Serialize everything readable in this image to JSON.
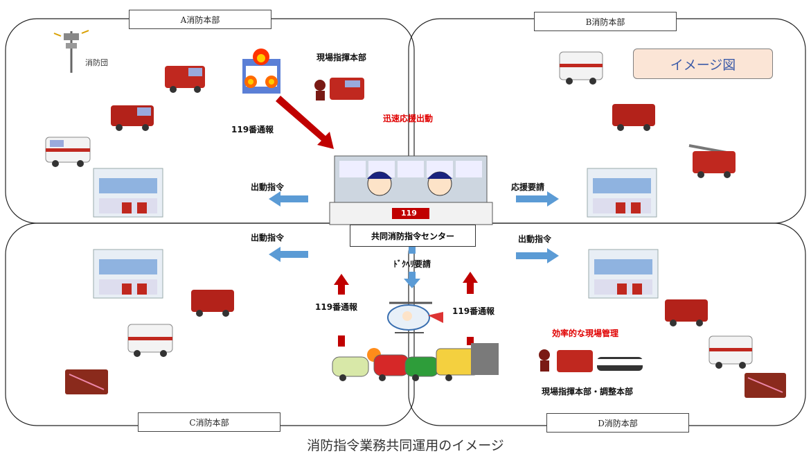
{
  "hq": {
    "a": "A消防本部",
    "b": "B消防本部",
    "c": "C消防本部",
    "d": "D消防本部"
  },
  "labels": {
    "fire_corps": "消防団",
    "field_command": "現場指揮本部",
    "call_119_a": "119番通報",
    "quick_support": "迅速応援出動",
    "dispatch_a": "出動指令",
    "support_request": "応援要請",
    "dispatch_c": "出動指令",
    "dispatch_d": "出動指令",
    "center": "共同消防指令センター",
    "dochel_request": "ﾄﾞｸﾍﾘ要請",
    "call_119_left": "119番通報",
    "call_119_right": "119番通報",
    "efficient_mgmt": "効率的な現場管理",
    "field_coord": "現場指揮本部・調整本部",
    "image_note": "イメージ図",
    "console_number": "119"
  },
  "caption": "消防指令業務共同運用のイメージ",
  "colors": {
    "arrow_blue": "#5b9bd5",
    "arrow_red": "#c00000",
    "fire_red": "#cc2200",
    "note_bg": "#fbe5d6"
  }
}
